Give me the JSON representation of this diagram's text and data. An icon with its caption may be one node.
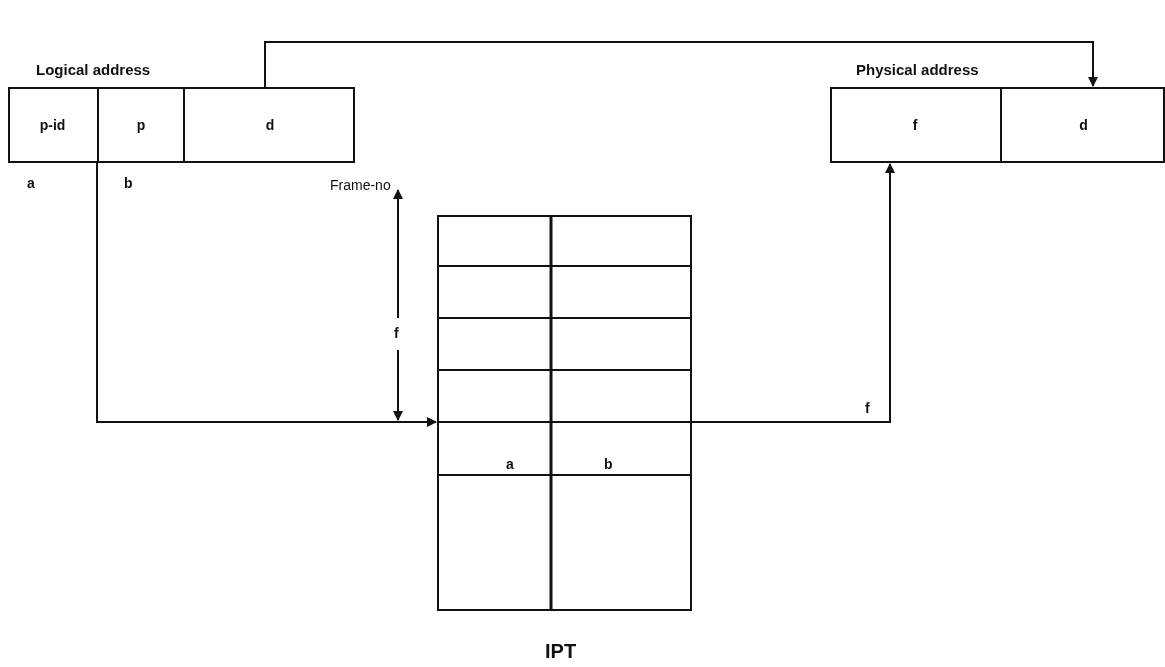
{
  "diagram": {
    "nodes": [
      {
        "text": [
          "Logical address"
        ]
      },
      {
        "text": [
          "p-id"
        ],
        "in": 0
      },
      {
        "text": [
          "p"
        ],
        "in": 0
      },
      {
        "text": [
          "d"
        ],
        "in": 0
      },
      {
        "text": [
          "Physical address"
        ]
      },
      {
        "text": [
          "f"
        ],
        "in": 4
      },
      {
        "text": [
          "d"
        ],
        "in": 4
      },
      {
        "text": [
          "IPT"
        ]
      }
    ],
    "edges": [
      {
        "from": 3,
        "to": 6,
        "arrow": "to"
      },
      {
        "from": 0,
        "to": 7,
        "arrow": "to"
      },
      {
        "from": 7,
        "to": 5,
        "arrow": "to",
        "label": "f"
      }
    ],
    "labels": [
      "a",
      "b",
      "Frame-no",
      "f",
      "a",
      "b"
    ]
  }
}
